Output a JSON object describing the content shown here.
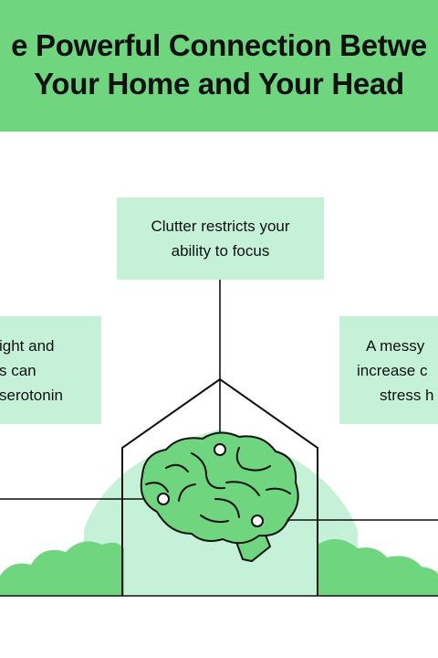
{
  "header": {
    "title_line_1": "e Powerful Connection Betwe",
    "title_line_2": "Your Home and Your Head"
  },
  "cards": {
    "top": {
      "line_1": "Clutter restricts your",
      "line_2": "ability to focus"
    },
    "left": {
      "line_1": "ight and",
      "line_2": "s can",
      "line_3": "serotonin"
    },
    "right": {
      "line_1": "A messy",
      "line_2": "increase c",
      "line_3": "stress h"
    }
  },
  "colors": {
    "banner": "#6fd67f",
    "card": "#c5f1d9",
    "bush": "#6fd67f",
    "arch": "#c5f1d9",
    "brain": "#6fd67f",
    "stroke": "#111111"
  },
  "icons": [
    "house-icon",
    "brain-icon",
    "bush-icon"
  ]
}
